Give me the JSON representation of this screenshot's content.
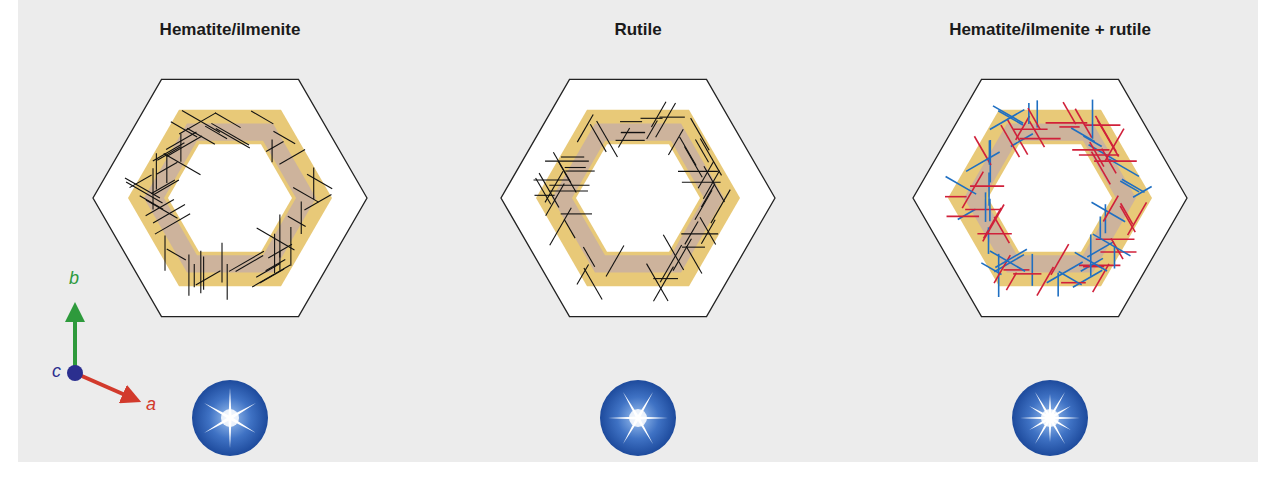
{
  "diagram": {
    "nodes": [
      {
        "text": [
          "Hematite/ilmenite"
        ]
      },
      {
        "text": [
          "Rutile"
        ]
      },
      {
        "text": [
          "Hematite/ilmenite + rutile"
        ]
      }
    ],
    "labels": [
      "b",
      "c",
      "a"
    ]
  }
}
